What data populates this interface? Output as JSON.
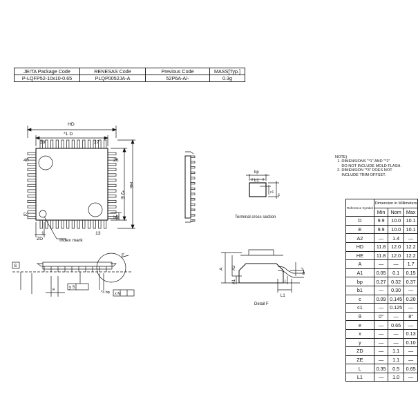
{
  "package_table": {
    "headers": [
      "JEITA Package Code",
      "RENESAS Code",
      "Previous Code",
      "MASS[Typ.]"
    ],
    "values": [
      "P-LQFP52-10x10-0.65",
      "PLQP0052JA-A",
      "52P6A-A/-",
      "0.3g"
    ]
  },
  "drawing_labels": {
    "hd": "HD",
    "d": "*1 D",
    "pin39": "39",
    "pin27": "27",
    "pin40": "40",
    "pin26": "26",
    "pin52": "52",
    "pin14": "14",
    "pin1": "1",
    "pin13": "13",
    "e": "*2 E",
    "he": "HE",
    "ze": "ZE",
    "zd": "ZD",
    "index_mark": "Index mark",
    "terminal_cross_section": "Terminal cross section",
    "bp": "bp",
    "b1": "b1",
    "c": "c",
    "c1": "c1",
    "s_label": "S",
    "y_s": "y S",
    "e_pitch": "e",
    "f_label": "F",
    "bp3": "*3 bp",
    "tolerance": "x M",
    "a": "A",
    "a2": "A2",
    "a1": "A1",
    "l": "L",
    "l1": "L1",
    "theta": "θ",
    "detail_f": "Detail F"
  },
  "notes": "NOTE)\n  1. DIMENSIONS \"*1\" AND \"*2\"\n      DO NOT INCLUDE MOLD FLASH.\n  2. DIMENSION \"*3\" DOES NOT\n      INCLUDE TRIM OFFSET.",
  "dimension_table": {
    "ref_header": "Reference Symbol",
    "group_header": "Dimension in Millimeters",
    "col_min": "Min",
    "col_nom": "Nom",
    "col_max": "Max",
    "rows": [
      {
        "sym": "D",
        "min": "9.9",
        "nom": "10.0",
        "max": "10.1"
      },
      {
        "sym": "E",
        "min": "9.9",
        "nom": "10.0",
        "max": "10.1"
      },
      {
        "sym": "A2",
        "min": "—",
        "nom": "1.4",
        "max": "—"
      },
      {
        "sym": "HD",
        "min": "11.8",
        "nom": "12.0",
        "max": "12.2"
      },
      {
        "sym": "HE",
        "min": "11.8",
        "nom": "12.0",
        "max": "12.2"
      },
      {
        "sym": "A",
        "min": "—",
        "nom": "—",
        "max": "1.7"
      },
      {
        "sym": "A1",
        "min": "0.05",
        "nom": "0.1",
        "max": "0.15"
      },
      {
        "sym": "bp",
        "min": "0.27",
        "nom": "0.32",
        "max": "0.37"
      },
      {
        "sym": "b1",
        "min": "—",
        "nom": "0.30",
        "max": "—"
      },
      {
        "sym": "c",
        "min": "0.09",
        "nom": "0.145",
        "max": "0.20"
      },
      {
        "sym": "c1",
        "min": "—",
        "nom": "0.125",
        "max": "—"
      },
      {
        "sym": "θ",
        "min": "0°",
        "nom": "—",
        "max": "8°"
      },
      {
        "sym": "e",
        "min": "—",
        "nom": "0.65",
        "max": "—"
      },
      {
        "sym": "x",
        "min": "—",
        "nom": "—",
        "max": "0.13"
      },
      {
        "sym": "y",
        "min": "—",
        "nom": "—",
        "max": "0.10"
      },
      {
        "sym": "ZD",
        "min": "—",
        "nom": "1.1",
        "max": "—"
      },
      {
        "sym": "ZE",
        "min": "—",
        "nom": "1.1",
        "max": "—"
      },
      {
        "sym": "L",
        "min": "0.35",
        "nom": "0.5",
        "max": "0.65"
      },
      {
        "sym": "L1",
        "min": "—",
        "nom": "1.0",
        "max": "—"
      }
    ]
  }
}
